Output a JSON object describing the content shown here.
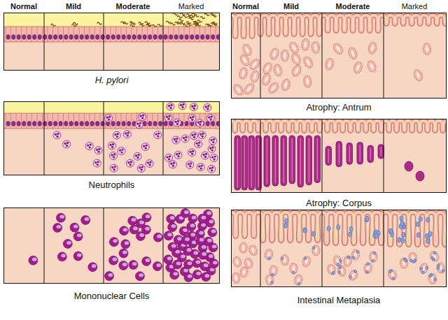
{
  "diagram": {
    "nodes": [
      {
        "text": [
          "H. pylori"
        ]
      },
      {
        "text": [
          "Neutrophils"
        ]
      },
      {
        "text": [
          "Mononuclear Cells"
        ]
      },
      {
        "text": [
          "Atrophy: Antrum"
        ]
      },
      {
        "text": [
          "Atrophy: Corpus"
        ]
      },
      {
        "text": [
          "Intestinal Metaplasia"
        ]
      }
    ],
    "labels": [
      "Normal",
      "Mild",
      "Moderate",
      "Marked",
      "Normal",
      "Mild",
      "Moderate",
      "Marked"
    ]
  }
}
